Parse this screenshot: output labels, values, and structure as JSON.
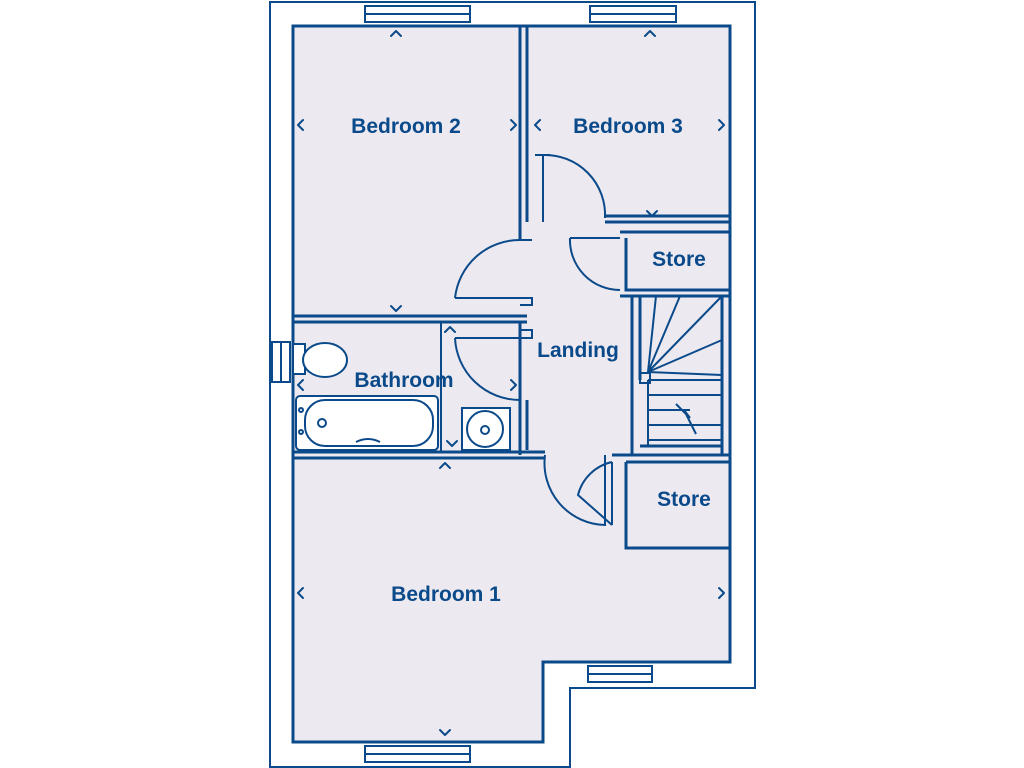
{
  "plan": {
    "rooms": [
      {
        "id": "bedroom2",
        "label": "Bedroom 2"
      },
      {
        "id": "bedroom3",
        "label": "Bedroom 3"
      },
      {
        "id": "store_upper",
        "label": "Store"
      },
      {
        "id": "landing",
        "label": "Landing"
      },
      {
        "id": "bathroom",
        "label": "Bathroom"
      },
      {
        "id": "store_lower",
        "label": "Store"
      },
      {
        "id": "bedroom1",
        "label": "Bedroom 1"
      }
    ]
  },
  "colors": {
    "wall": "#0b4a8a",
    "floor": "#ece9f0",
    "background": "#ffffff"
  }
}
